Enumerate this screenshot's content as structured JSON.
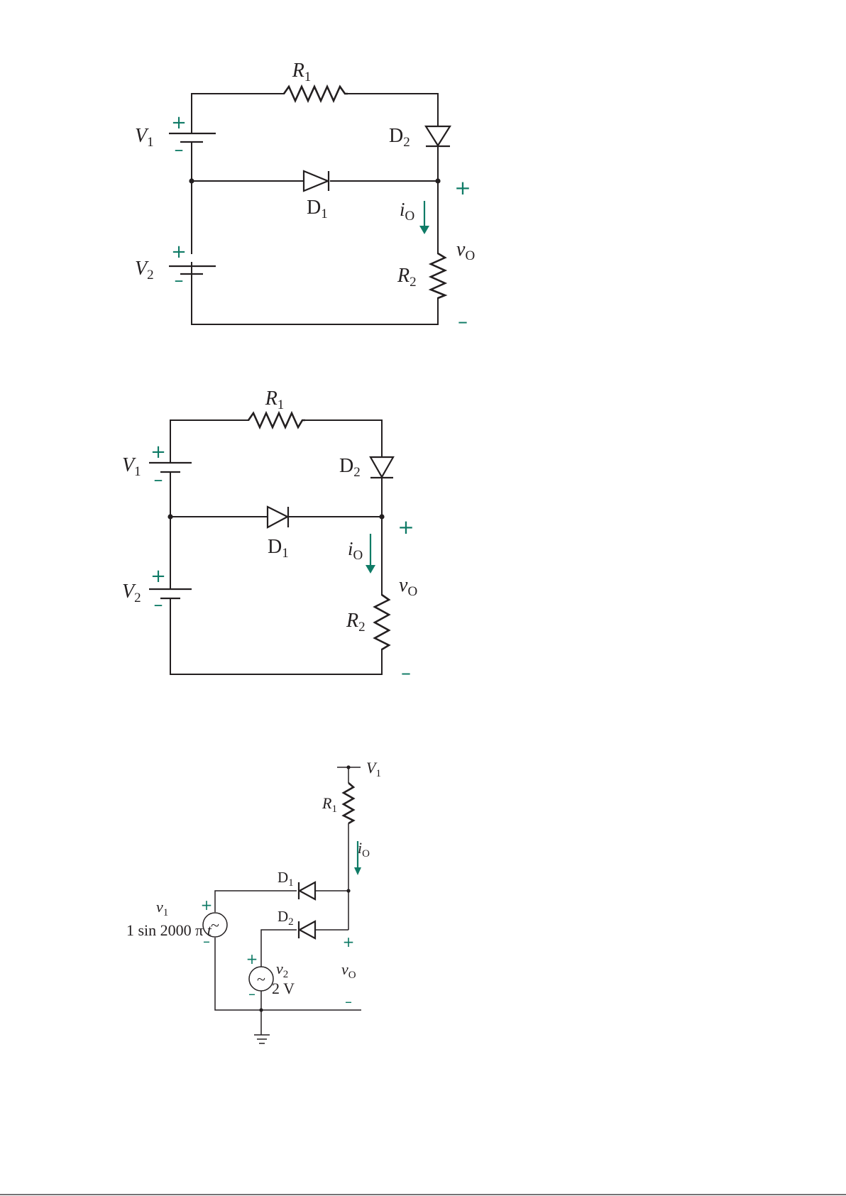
{
  "circuit_a": {
    "resistor1": {
      "sym": "R",
      "sub": "1"
    },
    "resistor2": {
      "sym": "R",
      "sub": "2"
    },
    "diode1": {
      "sym": "D",
      "sub": "1"
    },
    "diode2": {
      "sym": "D",
      "sub": "2"
    },
    "source1": {
      "sym": "V",
      "sub": "1",
      "plus": "+",
      "minus": "–"
    },
    "source2": {
      "sym": "V",
      "sub": "2",
      "plus": "+",
      "minus": "–"
    },
    "current": {
      "sym": "i",
      "sub": "O"
    },
    "output": {
      "sym": "v",
      "sub": "O",
      "plus": "+",
      "minus": "–"
    }
  },
  "circuit_b": {
    "resistor1": {
      "sym": "R",
      "sub": "1"
    },
    "resistor2": {
      "sym": "R",
      "sub": "2"
    },
    "diode1": {
      "sym": "D",
      "sub": "1"
    },
    "diode2": {
      "sym": "D",
      "sub": "2"
    },
    "source1": {
      "sym": "V",
      "sub": "1",
      "plus": "+",
      "minus": "–"
    },
    "source2": {
      "sym": "V",
      "sub": "2",
      "plus": "+",
      "minus": "–"
    },
    "current": {
      "sym": "i",
      "sub": "O"
    },
    "output": {
      "sym": "v",
      "sub": "O",
      "plus": "+",
      "minus": "–"
    }
  },
  "circuit_c": {
    "supply": {
      "sym": "V",
      "sub": "1"
    },
    "resistor1": {
      "sym": "R",
      "sub": "1"
    },
    "current": {
      "sym": "i",
      "sub": "O"
    },
    "diode1": {
      "sym": "D",
      "sub": "1"
    },
    "diode2": {
      "sym": "D",
      "sub": "2"
    },
    "source_v1": {
      "sym": "v",
      "sub": "1",
      "expr_pre": "1 sin 2000 π ",
      "expr_var": "t",
      "plus": "+",
      "minus": "–"
    },
    "source_v2": {
      "sym": "v",
      "sub": "2",
      "value": "2 V",
      "plus": "+",
      "minus": "–"
    },
    "output": {
      "sym": "v",
      "sub": "O",
      "plus": "+",
      "minus": "–"
    },
    "ac_glyph": "~"
  },
  "colors": {
    "wire": "#231f20",
    "accent": "#0f7b66",
    "background": "#ffffff"
  }
}
